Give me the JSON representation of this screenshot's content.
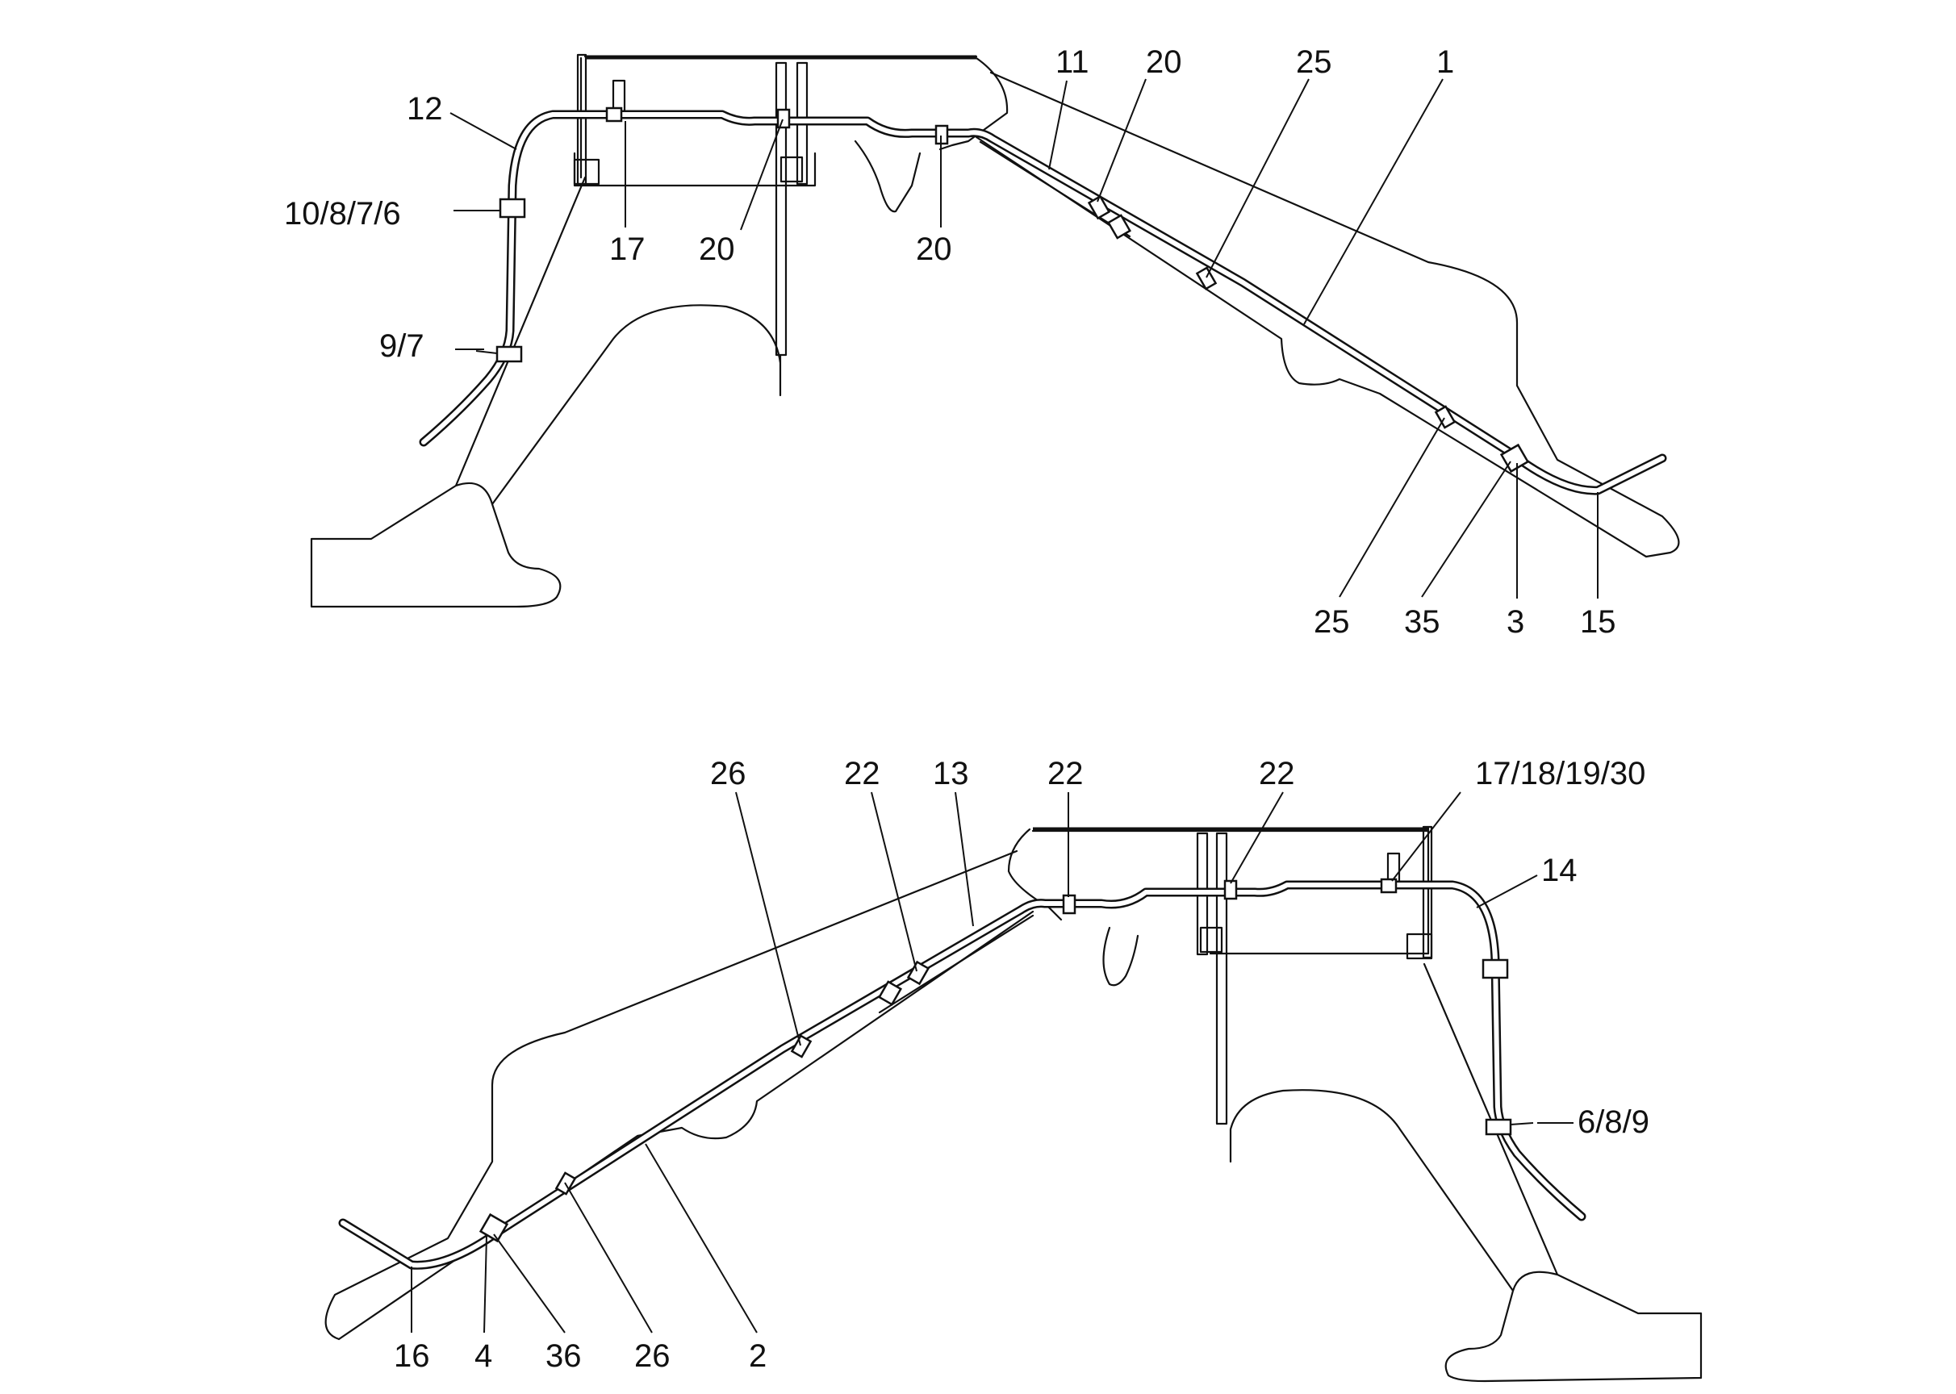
{
  "callouts": {
    "top": [
      "12",
      "10/8/7/6",
      "9/7",
      "17",
      "20",
      "20",
      "11",
      "20",
      "25",
      "1",
      "25",
      "35",
      "3",
      "15"
    ],
    "bottom": [
      "26",
      "22",
      "13",
      "22",
      "22",
      "17/18/19/30",
      "14",
      "6/8/9",
      "16",
      "4",
      "36",
      "26",
      "2"
    ]
  }
}
